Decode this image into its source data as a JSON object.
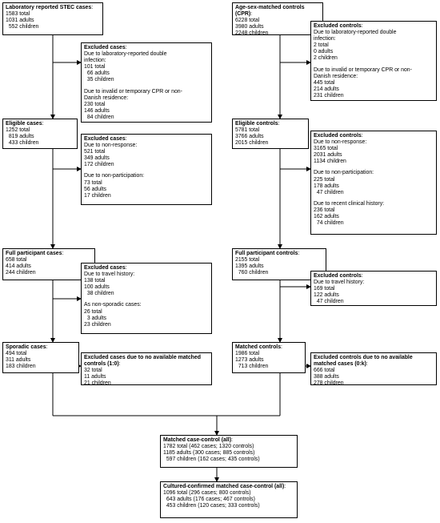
{
  "left": {
    "lab": {
      "title": "Laboratory reported STEC cases",
      "sep": ":",
      "lines": [
        "1583 total",
        "1031 adults",
        "  552 children"
      ]
    },
    "excl1": {
      "title": "Excluded cases",
      "sep": ":",
      "lines": [
        "Due to laboratory-reported double",
        "infection:",
        "101 total",
        "  66 adults",
        "  35 children",
        "",
        "Due to invalid or temporary CPR or non-",
        "Danish residence:",
        "230 total",
        "146 adults",
        "  84 children"
      ]
    },
    "eligible": {
      "title": "Eligible cases",
      "sep": ":",
      "lines": [
        "1252 total",
        "  819 adults",
        "  433 children"
      ]
    },
    "excl2": {
      "title": "Excluded cases",
      "sep": ":",
      "lines": [
        "Due to non-response:",
        "521 total",
        "349 adults",
        "172 children",
        "",
        "Due to non-participation:",
        "73 total",
        "56 adults",
        "17 children"
      ]
    },
    "full": {
      "title": "Full participant cases",
      "sep": ":",
      "lines": [
        "658 total",
        "414 adults",
        "244 children"
      ]
    },
    "excl3": {
      "title": "Excluded cases",
      "sep": ":",
      "lines": [
        "Due to travel history:",
        "138 total",
        "100 adults",
        "  38 children",
        "",
        "As non-sporadic cases:",
        "26 total",
        "  3 adults",
        "23 children"
      ]
    },
    "sporadic": {
      "title": "Sporadic cases",
      "sep": ":",
      "lines": [
        "494 total",
        "311 adults",
        "183 children"
      ]
    },
    "excl4": {
      "title": "Excluded cases due to no available matched controls (1:0)",
      "sep": ":",
      "lines": [
        "32 total",
        "11 adults",
        "21 children"
      ]
    }
  },
  "right": {
    "cpr": {
      "title": "Age-sex-matched controls (CPR)",
      "sep": ":",
      "lines": [
        "6228 total",
        "3980 adults",
        "2248 children"
      ]
    },
    "excl1": {
      "title": "Excluded controls",
      "sep": ":",
      "lines": [
        "Due to laboratory-reported double",
        "infection:",
        "2 total",
        "0 adults",
        "2 children",
        "",
        "Due to invalid or temporary CPR or non-",
        "Danish residence:",
        "445 total",
        "214 adults",
        "231 children"
      ]
    },
    "eligible": {
      "title": "Eligible controls",
      "sep": ":",
      "lines": [
        "5781 total",
        "3766 adults",
        "2015 children"
      ]
    },
    "excl2": {
      "title": "Excluded controls",
      "sep": ":",
      "lines": [
        "Due to non-response:",
        "3165 total",
        "2031 adults",
        "1134 children",
        "",
        "Due to non-participation:",
        "225 total",
        "178 adults",
        "  47 children",
        "",
        "Due to recent clinical history:",
        "236 total",
        "162 adults",
        "  74 children"
      ]
    },
    "full": {
      "title": "Full participant controls",
      "sep": ":",
      "lines": [
        "2155 total",
        "1395 adults",
        "  760 children"
      ]
    },
    "excl3": {
      "title": "Excluded controls",
      "sep": ":",
      "lines": [
        "Due to travel history:",
        "169 total",
        "122 adults",
        "  47 children"
      ]
    },
    "matched": {
      "title": "Matched controls",
      "sep": ":",
      "lines": [
        "1986 total",
        "1273 adults",
        "  713 children"
      ]
    },
    "excl4": {
      "title": "Excluded controls due to no available matched cases (0:k)",
      "sep": ":",
      "lines": [
        "666 total",
        "388 adults",
        "278 children"
      ]
    }
  },
  "bottom": {
    "matched_all": {
      "title": "Matched case-control (all)",
      "sep": ":",
      "lines": [
        "1782 total (462 cases; 1320 controls)",
        "1185 adults (300 cases; 885 controls)",
        "  597 children (162 cases; 435 controls)"
      ]
    },
    "cultured": {
      "title": "Cultured-confirmed matched case-control (all)",
      "sep": ":",
      "lines": [
        "1096 total (296 cases; 800 controls)",
        "  643 adults (176 cases; 467 controls)",
        "  453 children (120 cases; 333 controls)"
      ]
    }
  }
}
